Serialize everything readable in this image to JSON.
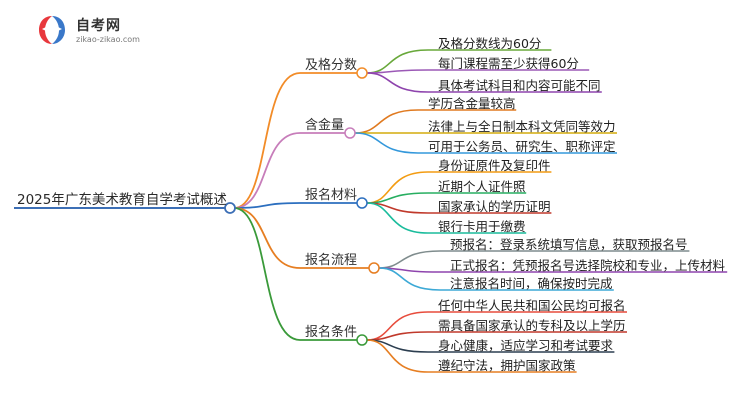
{
  "logo": {
    "title": "自考网",
    "url": "zikao-zikao.com",
    "colors": {
      "red": "#e8383d",
      "blue": "#3a78c9",
      "cap": "#ffffff"
    },
    "icon": "graduation-cap-icon"
  },
  "root": {
    "label": "2025年广东美术教育自学考试概述",
    "color": "#3c6fb6"
  },
  "branches": [
    {
      "label": "及格分数",
      "color": "#f28c28",
      "items": [
        {
          "label": "及格分数线为60分",
          "color": "#68a83a"
        },
        {
          "label": "每门课程需至少获得60分",
          "color": "#9b59b6"
        },
        {
          "label": "具体考试科目和内容可能不同",
          "color": "#8e44ad"
        }
      ]
    },
    {
      "label": "含金量",
      "color": "#c77dba",
      "items": [
        {
          "label": "学历含金量较高",
          "color": "#e07a20"
        },
        {
          "label": "法律上与全日制本科文凭同等效力",
          "color": "#d4ac0d"
        },
        {
          "label": "可用于公务员、研究生、职称评定",
          "color": "#3498db"
        }
      ]
    },
    {
      "label": "报名材料",
      "color": "#2c6fbf",
      "items": [
        {
          "label": "身份证原件及复印件",
          "color": "#f39c12"
        },
        {
          "label": "近期个人证件照",
          "color": "#27ae60"
        },
        {
          "label": "国家承认的学历证明",
          "color": "#c0392b"
        },
        {
          "label": "银行卡用于缴费",
          "color": "#1abc9c"
        }
      ]
    },
    {
      "label": "报名流程",
      "color": "#e67e22",
      "items": [
        {
          "label": "预报名：登录系统填写信息，获取预报名号",
          "color": "#7f8c8d"
        },
        {
          "label": "正式报名：凭预报名号选择院校和专业，上传材料",
          "color": "#8e44ad"
        },
        {
          "label": "注意报名时间，确保按时完成",
          "color": "#3da9d6"
        }
      ]
    },
    {
      "label": "报名条件",
      "color": "#3a9a3a",
      "items": [
        {
          "label": "任何中华人民共和国公民均可报名",
          "color": "#e74c3c"
        },
        {
          "label": "需具备国家承认的专科及以上学历",
          "color": "#c0392b"
        },
        {
          "label": "身心健康，适应学习和考试要求",
          "color": "#2c3e50"
        },
        {
          "label": "遵纪守法，拥护国家政策",
          "color": "#e67e22"
        }
      ]
    }
  ]
}
